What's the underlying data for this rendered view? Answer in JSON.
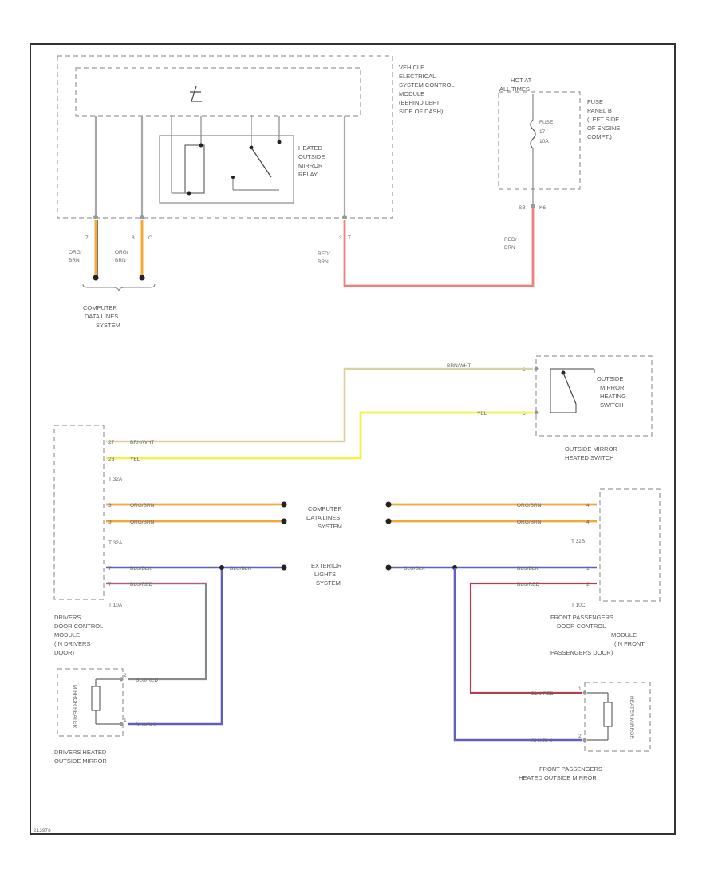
{
  "colors": {
    "orange_brown": "#f0a93a",
    "red_brown": "#f08080",
    "brown_white": "#d9d0a0",
    "yellow": "#f5f04a",
    "blue_black": "#6060c0",
    "blue_red": "#b06070",
    "brown_green": "#d4c070"
  },
  "top": {
    "vesc_label": "VEHICLE ELECTRICAL SYSTEM CONTROL MODULE (BEHIND LEFT SIDE OF DASH)",
    "relay_label": "HEATED OUTSIDE MIRROR RELAY",
    "hot_at_label": "HOT AT ALL TIMES",
    "fuse_label": "FUSE 17 10A",
    "fuse_panel_label": "FUSE PANEL B (LEFT SIDE OF ENGINE COMPT.)",
    "pin_left1": "7",
    "pin_left2": "8",
    "pin_left2b": "C",
    "pin_right": "3",
    "pin_right2": "T",
    "pin_fuse": "SB",
    "pin_fuse2": "K6",
    "wire_org_brn1": "ORG/ BRN",
    "wire_org_brn2": "ORG/ BRN",
    "wire_red_brn1": "RED/ BRN",
    "wire_red_brn2": "RED/ BRN",
    "cdl_label": "COMPUTER DATA LINES SYSTEM"
  },
  "middle": {
    "switch_label": "OUTSIDE MIRROR HEATING SWITCH",
    "switch_caption": "OUTSIDE MIRROR HEATED SWITCH",
    "wire_brn_wht": "BRN/WHT",
    "wire_yel": "YEL",
    "pin_sw1": "2",
    "pin_sw2": "3",
    "left_pin_27": "27",
    "left_pin_28": "28",
    "left_wire_brn_wht": "BRN/WHT",
    "left_wire_yel": "YEL",
    "conn_t32a": "T 32A",
    "pin_1a": "3",
    "pin_2a": "3",
    "wire_org_brn_l1": "ORG/BRN",
    "wire_org_brn_l2": "ORG/BRN",
    "conn_t32a_2": "T 32A",
    "cdl_center": "COMPUTER DATA LINES SYSTEM",
    "wire_org_brn_r1": "ORG/BRN",
    "wire_org_brn_r2": "ORG/BRN",
    "pin_r1": "4",
    "pin_r2": "4",
    "conn_t32b": "T 32B",
    "pin_bb": "7",
    "pin_br": "7",
    "wire_blu_blk_l": "BLU/BLK",
    "wire_blu_red_l": "BLU/RED",
    "wire_blu_blk_l2": "BLU/BLK",
    "conn_t10a": "T 10A",
    "ext_lights": "EXTERIOR LIGHTS SYSTEM",
    "wire_blu_blk_r2": "BLU/BLK",
    "wire_blu_blk_r": "BLU/BLK",
    "wire_blu_red_r": "BLU/RED",
    "conn_t10c": "T 10C",
    "pin_rb": "1",
    "pin_rr": "2"
  },
  "bottom": {
    "driver_module": "DRIVERS DOOR CONTROL MODULE (IN DRIVERS DOOR)",
    "pass_module": "FRONT PASSENGERS DOOR CONTROL MODULE (IN FRONT PASSENGERS DOOR)",
    "driver_mirror": "DRIVERS HEATED OUTSIDE MIRROR",
    "pass_mirror": "FRONT PASSENGERS HEATED OUTSIDE MIRROR",
    "heater_label_l": "MIRROR HEATER",
    "heater_label_r": "HEATER MIRROR",
    "wire_blu_red_dl": "BLU/RED",
    "wire_blu_blk_dl": "BLU/BLK",
    "wire_blu_red_pr": "BLU/RED",
    "wire_blu_blk_pr": "BLU/BLK",
    "pin_d1": "2",
    "pin_d2": "1",
    "pin_p1": "1",
    "pin_p2": "2"
  },
  "footer": {
    "code": "213978"
  }
}
